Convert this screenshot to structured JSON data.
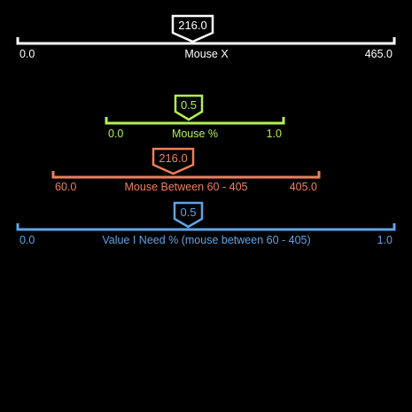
{
  "sliders": [
    {
      "color": "#ffffff",
      "min_label": "0.0",
      "max_label": "465.0",
      "title": "Mouse X",
      "value_label": "216.0",
      "min": 0,
      "max": 465,
      "value": 216
    },
    {
      "color": "#b4f050",
      "min_label": "0.0",
      "max_label": "1.0",
      "title": "Mouse %",
      "value_label": "0.5",
      "min": 0,
      "max": 1,
      "value": 0.5
    },
    {
      "color": "#f07f5a",
      "min_label": "60.0",
      "max_label": "405.0",
      "title": "Mouse Between 60 - 405",
      "value_label": "216.0",
      "min": 60,
      "max": 405,
      "value": 216
    },
    {
      "color": "#5fa4e6",
      "min_label": "0.0",
      "max_label": "1.0",
      "title": "Value I Need % (mouse between 60 - 405)",
      "value_label": "0.5",
      "min": 0,
      "max": 1,
      "value": 0.5
    }
  ]
}
